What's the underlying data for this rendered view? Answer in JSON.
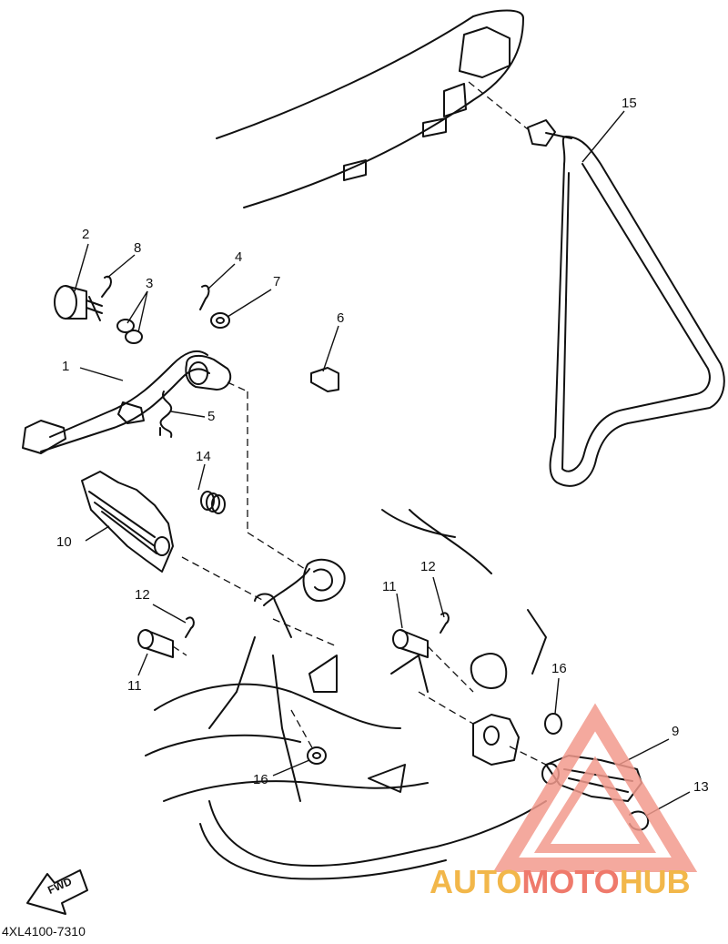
{
  "diagram": {
    "code": "4XL4100-7310",
    "fwd_label": "FWD",
    "callouts": [
      "2",
      "8",
      "3",
      "4",
      "7",
      "6",
      "1",
      "5",
      "14",
      "10",
      "15",
      "12",
      "11",
      "12",
      "11",
      "16",
      "9",
      "16",
      "13"
    ]
  },
  "watermark": {
    "part1": "AUTO",
    "part2": "MOTO",
    "part3": "HUB",
    "colors": {
      "orange": "#f2b74a",
      "red": "#ef7a6c"
    }
  }
}
